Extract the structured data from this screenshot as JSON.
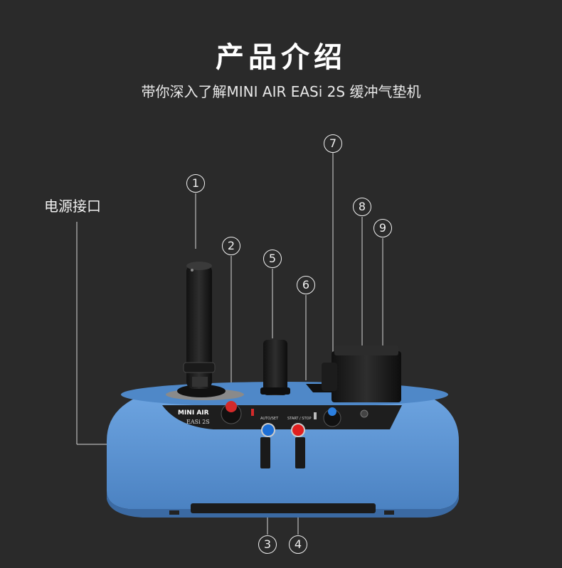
{
  "header": {
    "title": "产品介绍",
    "subtitle": "带你深入了解MINI AIR EASi 2S 缓冲气垫机"
  },
  "labels": {
    "power_port": "电源接口",
    "n1": "1",
    "n2": "2",
    "n3": "3",
    "n4": "4",
    "n5": "5",
    "n6": "6",
    "n7": "7",
    "n8": "8",
    "n9": "9"
  },
  "machine": {
    "brand": "MINI AIR",
    "model": "EASi 2S",
    "button_left": "AUTO/SET",
    "button_right": "START / STOP",
    "body_color": "#5b93d3",
    "panel_color": "#1e1e1e"
  }
}
